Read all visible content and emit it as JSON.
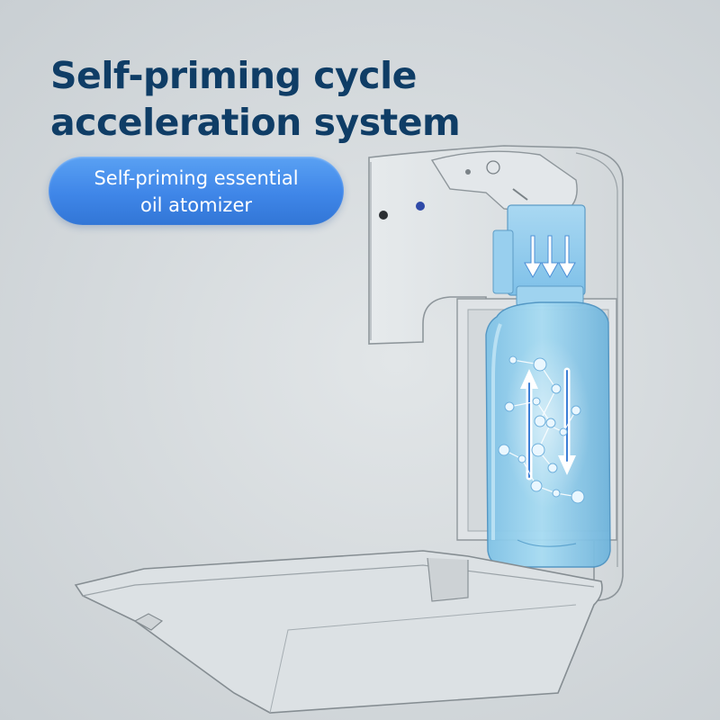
{
  "headline": {
    "line1": "Self-priming cycle",
    "line2": "acceleration system"
  },
  "badge": {
    "line1": "Self-priming essential",
    "line2": "oil atomizer"
  },
  "colors": {
    "headline": "#0f3d66",
    "badge_fill": "#4a90ee",
    "liquid": "#8fd0ee",
    "background": "#d6dbde"
  },
  "illustration": {
    "subject": "dispenser with open tray and liquid bottle",
    "icons": [
      "down-arrow-icon",
      "up-arrow-icon",
      "molecule-icon"
    ]
  }
}
